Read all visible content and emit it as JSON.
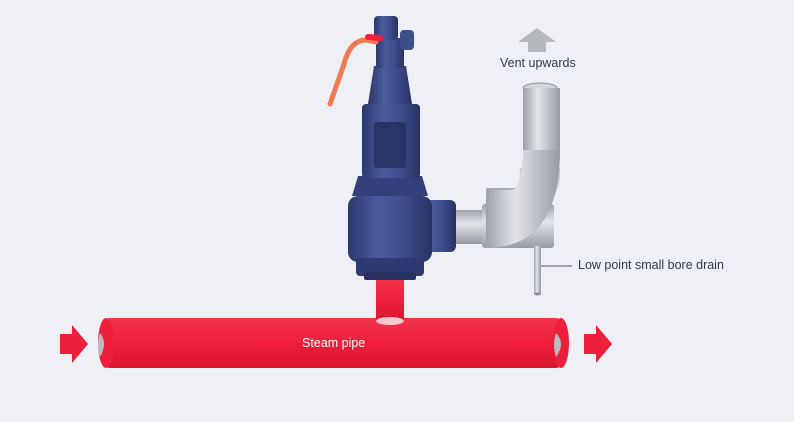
{
  "labels": {
    "vent": "Vent upwards",
    "drain": "Low point small bore drain",
    "steam_pipe": "Steam pipe"
  },
  "colors": {
    "background": "#eef0f6",
    "valve_body": "#3f4f8c",
    "valve_dark": "#2a3567",
    "steam": "#ee1f3b",
    "lever": "#f07a52",
    "pipe_grey": "#b9bcc2",
    "arrow_grey": "#b5b8bd"
  }
}
